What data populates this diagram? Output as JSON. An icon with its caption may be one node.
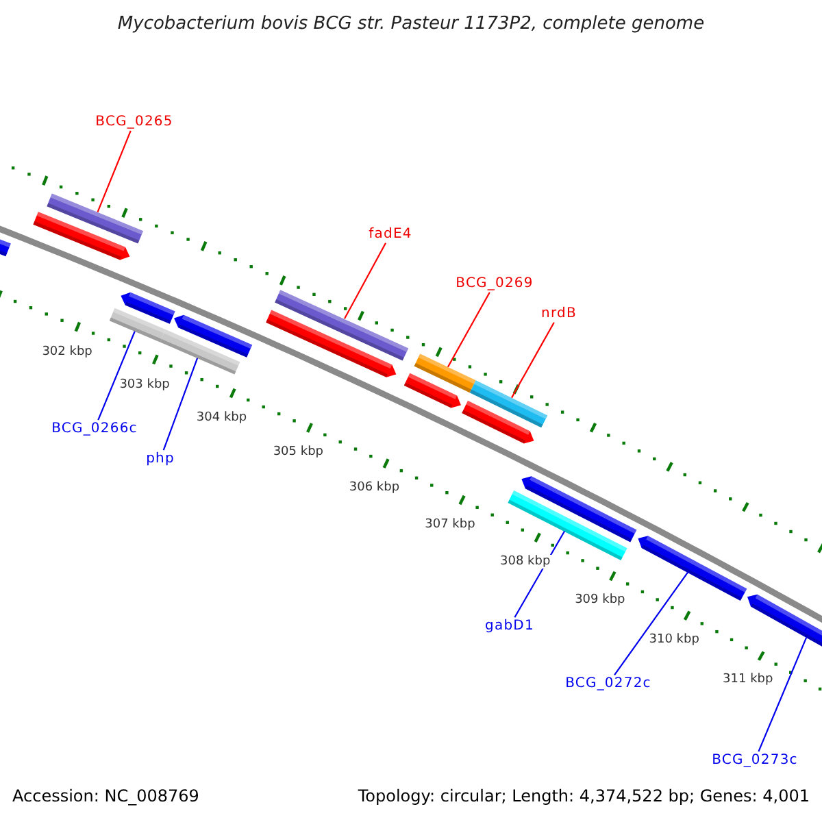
{
  "diagram": {
    "title": "Mycobacterium bovis BCG str. Pasteur 1173P2, complete genome",
    "nodes": [
      {
        "text": [
          "BCG_0265"
        ]
      },
      {
        "text": [
          "fadE4"
        ]
      },
      {
        "text": [
          "BCG_0269"
        ]
      },
      {
        "text": [
          "nrdB"
        ]
      },
      {
        "text": [
          "BCG_0266c"
        ]
      },
      {
        "text": [
          "php"
        ]
      },
      {
        "text": [
          "gabD1"
        ]
      },
      {
        "text": [
          "BCG_0272c"
        ]
      },
      {
        "text": [
          "BCG_0273c"
        ]
      },
      {
        "text": [],
        "shape": "arrow"
      },
      {
        "text": [],
        "shape": "arrow"
      },
      {
        "text": [],
        "shape": "bar"
      },
      {
        "text": [],
        "shape": "bar"
      },
      {
        "text": [],
        "shape": "arrow"
      },
      {
        "text": [],
        "shape": "bar"
      },
      {
        "text": [],
        "shape": "arrow"
      },
      {
        "text": [],
        "shape": "arrow"
      },
      {
        "text": [],
        "shape": "bar"
      },
      {
        "text": [],
        "shape": "arrow"
      },
      {
        "text": [],
        "shape": "bar"
      },
      {
        "text": [],
        "shape": "bar"
      },
      {
        "text": [],
        "shape": "arrow"
      },
      {
        "text": [],
        "shape": "bar"
      },
      {
        "text": [],
        "shape": "arrow"
      },
      {
        "text": [],
        "shape": "arrow"
      },
      {
        "text": [],
        "shape": "arrow"
      }
    ],
    "edges": [
      {
        "from": 0,
        "to": 11,
        "arrow": "none",
        "color": "#ff0000"
      },
      {
        "from": 1,
        "to": 17,
        "arrow": "none",
        "color": "#ff0000"
      },
      {
        "from": 2,
        "to": 19,
        "arrow": "none",
        "color": "#ff0000"
      },
      {
        "from": 3,
        "to": 20,
        "arrow": "none",
        "color": "#ff0000"
      },
      {
        "from": 4,
        "to": 12,
        "arrow": "none"
      },
      {
        "from": 5,
        "to": 14,
        "arrow": "none"
      },
      {
        "from": 6,
        "to": 22,
        "arrow": "none"
      },
      {
        "from": 7,
        "to": 24,
        "arrow": "none"
      },
      {
        "from": 8,
        "to": 25,
        "arrow": "none"
      }
    ],
    "labels": [
      "302 kbp",
      "303 kbp",
      "304 kbp",
      "305 kbp",
      "306 kbp",
      "307 kbp",
      "308 kbp",
      "309 kbp",
      "310 kbp",
      "311 kbp",
      "Accession: NC_008769",
      "Topology: circular; Length: 4,374,522 bp; Genes: 4,001"
    ]
  }
}
